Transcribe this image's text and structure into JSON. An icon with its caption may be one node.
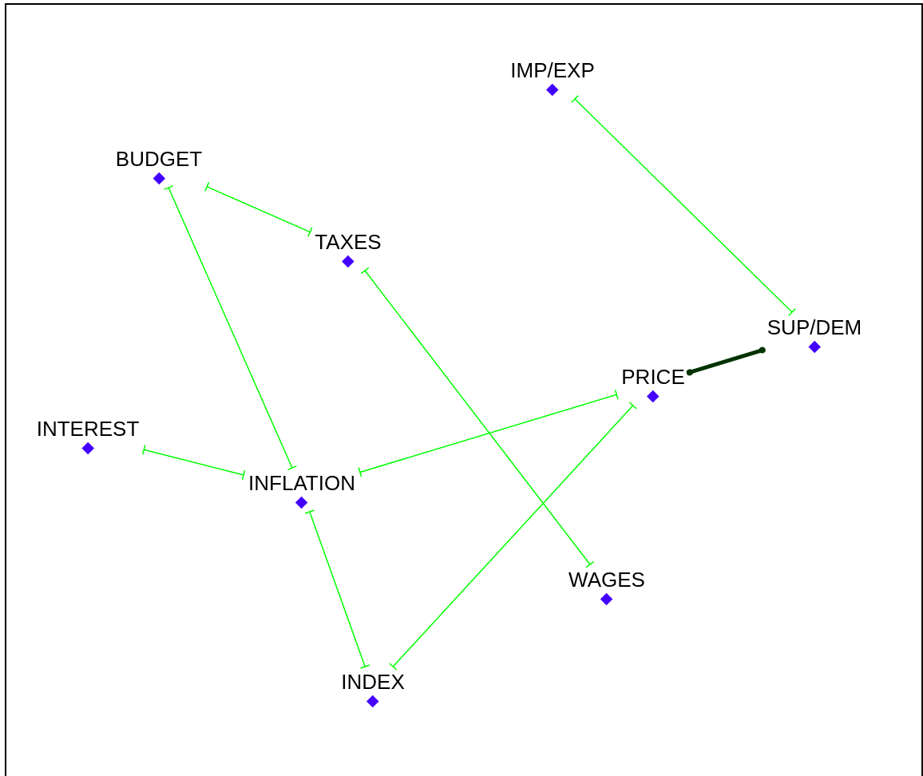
{
  "diagram": {
    "nodes": [
      {
        "text": [
          "IMP/EXP"
        ]
      },
      {
        "text": [
          "BUDGET"
        ]
      },
      {
        "text": [
          "TAXES"
        ]
      },
      {
        "text": [
          "SUP/DEM"
        ]
      },
      {
        "text": [
          "PRICE"
        ]
      },
      {
        "text": [
          "INTEREST"
        ]
      },
      {
        "text": [
          "INFLATION"
        ]
      },
      {
        "text": [
          "WAGES"
        ]
      },
      {
        "text": [
          "INDEX"
        ]
      }
    ],
    "edges": [
      {
        "from": 0,
        "to": 3,
        "arrow": "other"
      },
      {
        "from": 1,
        "to": 2,
        "arrow": "other"
      },
      {
        "from": 1,
        "to": 6,
        "arrow": "other"
      },
      {
        "from": 2,
        "to": 7,
        "arrow": "other"
      },
      {
        "from": 5,
        "to": 6,
        "arrow": "other"
      },
      {
        "from": 6,
        "to": 4,
        "arrow": "other"
      },
      {
        "from": 6,
        "to": 8,
        "arrow": "other"
      },
      {
        "from": 4,
        "to": 8,
        "arrow": "other"
      },
      {
        "from": 4,
        "to": 3,
        "arrow": "other",
        "style": "thick",
        "color": "#003300"
      }
    ]
  }
}
